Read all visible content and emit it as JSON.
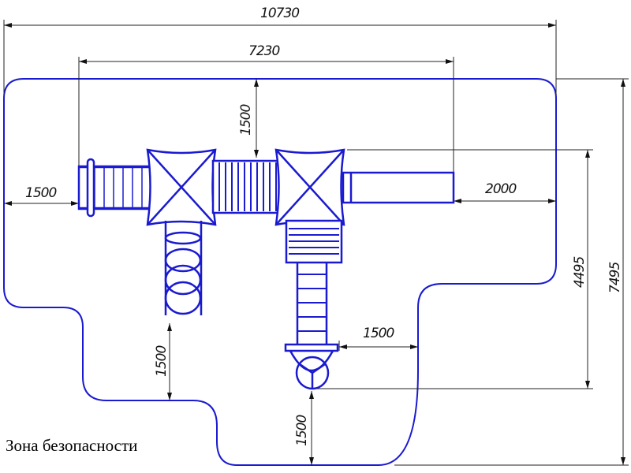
{
  "dimensions": {
    "overall_width": "10730",
    "structure_width": "7230",
    "top_clearance": "1500",
    "left_clearance": "1500",
    "right_clearance": "2000",
    "structure_depth": "4495",
    "overall_depth": "7495",
    "tunnel_clearance": "1500",
    "slide_bottom_clearance": "1500",
    "slide_side_clearance": "1500"
  },
  "caption": "Зона безопасности",
  "colors": {
    "equipment": "#1a1ad0",
    "zone": "#1a1ad0",
    "dimension": "#222222"
  }
}
